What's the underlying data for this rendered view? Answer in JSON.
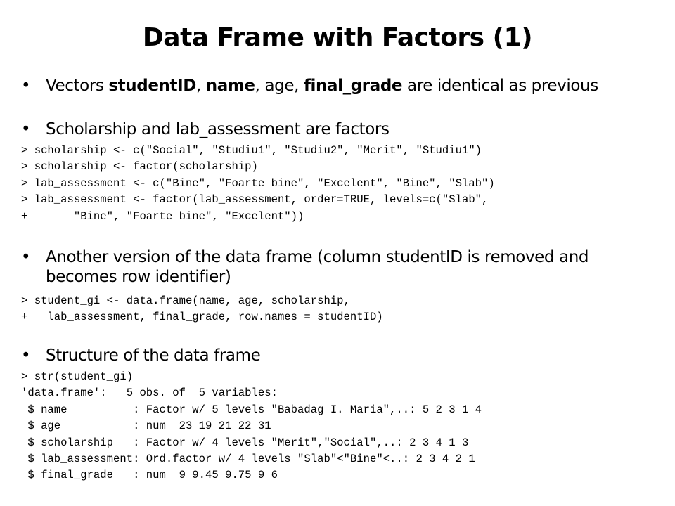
{
  "slide": {
    "title": "Data Frame with Factors (1)",
    "bullet_char": "•",
    "bullet1": {
      "pre": "Vectors ",
      "b1": "studentID",
      "sep1": ",  ",
      "b2": "name",
      "sep2": ", age, ",
      "b3": "final_grade",
      "post": " are identical as previous"
    },
    "bullet2": "Scholarship and lab_assessment are factors",
    "code1": [
      "> scholarship <- c(\"Social\", \"Studiu1\", \"Studiu2\", \"Merit\", \"Studiu1\")",
      "> scholarship <- factor(scholarship)",
      "> lab_assessment <- c(\"Bine\", \"Foarte bine\", \"Excelent\", \"Bine\", \"Slab\")",
      "> lab_assessment <- factor(lab_assessment, order=TRUE, levels=c(\"Slab\",",
      "+       \"Bine\", \"Foarte bine\", \"Excelent\"))"
    ],
    "bullet3": "Another version of the data frame (column studentID is removed and becomes row identifier)",
    "code2": [
      "> student_gi <- data.frame(name, age, scholarship,",
      "+   lab_assessment, final_grade, row.names = studentID)"
    ],
    "bullet4": "Structure of the data frame",
    "code3": [
      "> str(student_gi)",
      "'data.frame':   5 obs. of  5 variables:",
      " $ name          : Factor w/ 5 levels \"Babadag I. Maria\",..: 5 2 3 1 4",
      " $ age           : num  23 19 21 22 31",
      " $ scholarship   : Factor w/ 4 levels \"Merit\",\"Social\",..: 2 3 4 1 3",
      " $ lab_assessment: Ord.factor w/ 4 levels \"Slab\"<\"Bine\"<..: 2 3 4 2 1",
      " $ final_grade   : num  9 9.45 9.75 9 6"
    ]
  }
}
